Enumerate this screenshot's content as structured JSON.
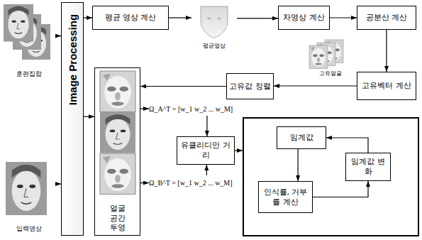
{
  "diagram": {
    "nodes": [
      {
        "text": [
          "훈련집합"
        ]
      },
      {
        "text": [
          "입력영상"
        ]
      },
      {
        "text": [
          "Image Processing"
        ]
      },
      {
        "text": [
          "평균 영상 계산"
        ]
      },
      {
        "text": [
          "평균영상"
        ]
      },
      {
        "text": [
          "차영상 계산"
        ]
      },
      {
        "text": [
          "공분산 계산"
        ]
      },
      {
        "text": [
          "고유얼굴"
        ]
      },
      {
        "text": [
          "고유벡터 계산"
        ]
      },
      {
        "text": [
          "고유값 정렬"
        ]
      },
      {
        "text": [
          "얼굴 공간 투영"
        ]
      },
      {
        "text": [
          "Ω_A^T = [w_1 w_2 ... w_M]"
        ]
      },
      {
        "text": [
          "유클리디안 거리"
        ]
      },
      {
        "text": [
          "Ω_B^T = [w_1 w_2 ... w_M]"
        ]
      },
      {
        "text": []
      },
      {
        "text": [
          "임계값"
        ],
        "in": 14
      },
      {
        "text": [
          "인식률, 거부률 계산"
        ],
        "in": 14
      },
      {
        "text": [
          "임계값 변화"
        ],
        "in": 14
      }
    ],
    "edges": [
      {
        "from": 0,
        "to": 2,
        "arrow": "to"
      },
      {
        "from": 1,
        "to": 2,
        "arrow": "to"
      },
      {
        "from": 2,
        "to": 3,
        "arrow": "to"
      },
      {
        "from": 3,
        "to": 4,
        "arrow": "to"
      },
      {
        "from": 4,
        "to": 5,
        "arrow": "to"
      },
      {
        "from": 5,
        "to": 6,
        "arrow": "to"
      },
      {
        "from": 6,
        "to": 8,
        "arrow": "to"
      },
      {
        "from": 8,
        "to": 9,
        "arrow": "to"
      },
      {
        "from": 9,
        "to": 10,
        "arrow": "to"
      },
      {
        "from": 2,
        "to": 10,
        "arrow": "to"
      },
      {
        "from": 10,
        "to": 11,
        "arrow": "to"
      },
      {
        "from": 10,
        "to": 13,
        "arrow": "to"
      },
      {
        "from": 11,
        "to": 12,
        "arrow": "to"
      },
      {
        "from": 13,
        "to": 12,
        "arrow": "to"
      },
      {
        "from": 12,
        "to": 14,
        "arrow": "to"
      },
      {
        "from": 15,
        "to": 16,
        "arrow": "to"
      },
      {
        "from": 16,
        "to": 17,
        "arrow": "to"
      },
      {
        "from": 17,
        "to": 15,
        "arrow": "to"
      }
    ]
  }
}
